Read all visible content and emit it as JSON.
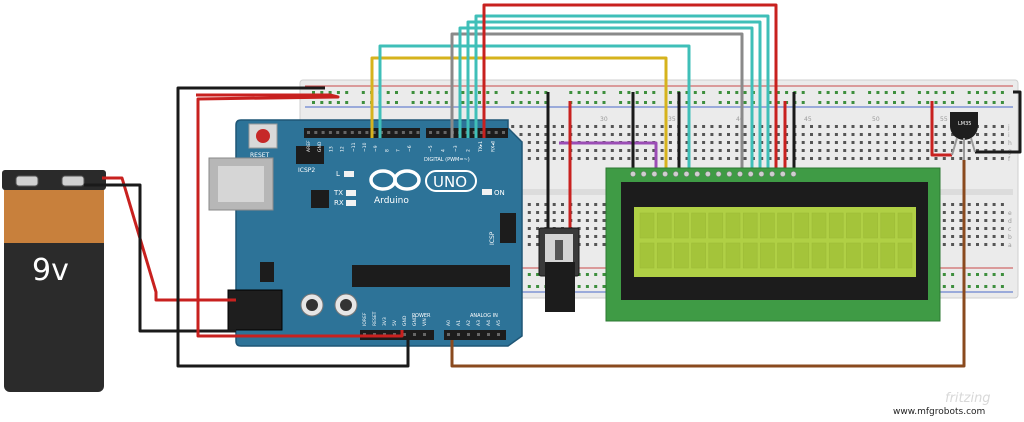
{
  "battery": {
    "label": "9v"
  },
  "arduino": {
    "reset_label": "RESET",
    "icsp2_label": "ICSP2",
    "l_label": "L",
    "tx_label": "TX",
    "rx_label": "RX",
    "on_label": "ON",
    "brand": "Arduino",
    "model": "UNO",
    "icsp_label": "ICSP",
    "digital_label": "DIGITAL (PWM=~)",
    "power_label": "POWER",
    "analog_label": "ANALOG IN",
    "digital_pins": [
      "AREF",
      "GND",
      "13",
      "12",
      "~11",
      "~10",
      "~9",
      "8",
      "7",
      "~6",
      "~5",
      "4",
      "~3",
      "2",
      "TX▸1",
      "RX◂0"
    ],
    "power_pins": [
      "IOREF",
      "RESET",
      "3V3",
      "5V",
      "GND",
      "GND",
      "VIN"
    ],
    "analog_pins": [
      "A0",
      "A1",
      "A2",
      "A3",
      "A4",
      "A5"
    ]
  },
  "breadboard": {
    "column_numbers": [
      "30",
      "35",
      "40",
      "45",
      "50",
      "55"
    ],
    "row_letters": [
      "a",
      "b",
      "c",
      "d",
      "e",
      "f",
      "g",
      "h",
      "i",
      "j"
    ]
  },
  "sensor": {
    "label": "LM35"
  },
  "watermark": {
    "brand": "fritzing",
    "site": "www.mfgrobots.com"
  },
  "colors": {
    "board": "#2d7398",
    "lcd_pcb": "#3f9b45",
    "lcd_screen": "#b0d045",
    "battery_top": "#c8803c",
    "battery_body": "#2b2b2b",
    "wire_red": "#c8211f",
    "wire_black": "#1a1a1a",
    "wire_yellow": "#d6b31d",
    "wire_cyan": "#3fbfb8",
    "wire_gray": "#8a8a8a",
    "wire_purple": "#9b4db5",
    "wire_brown": "#8a4a1e"
  }
}
